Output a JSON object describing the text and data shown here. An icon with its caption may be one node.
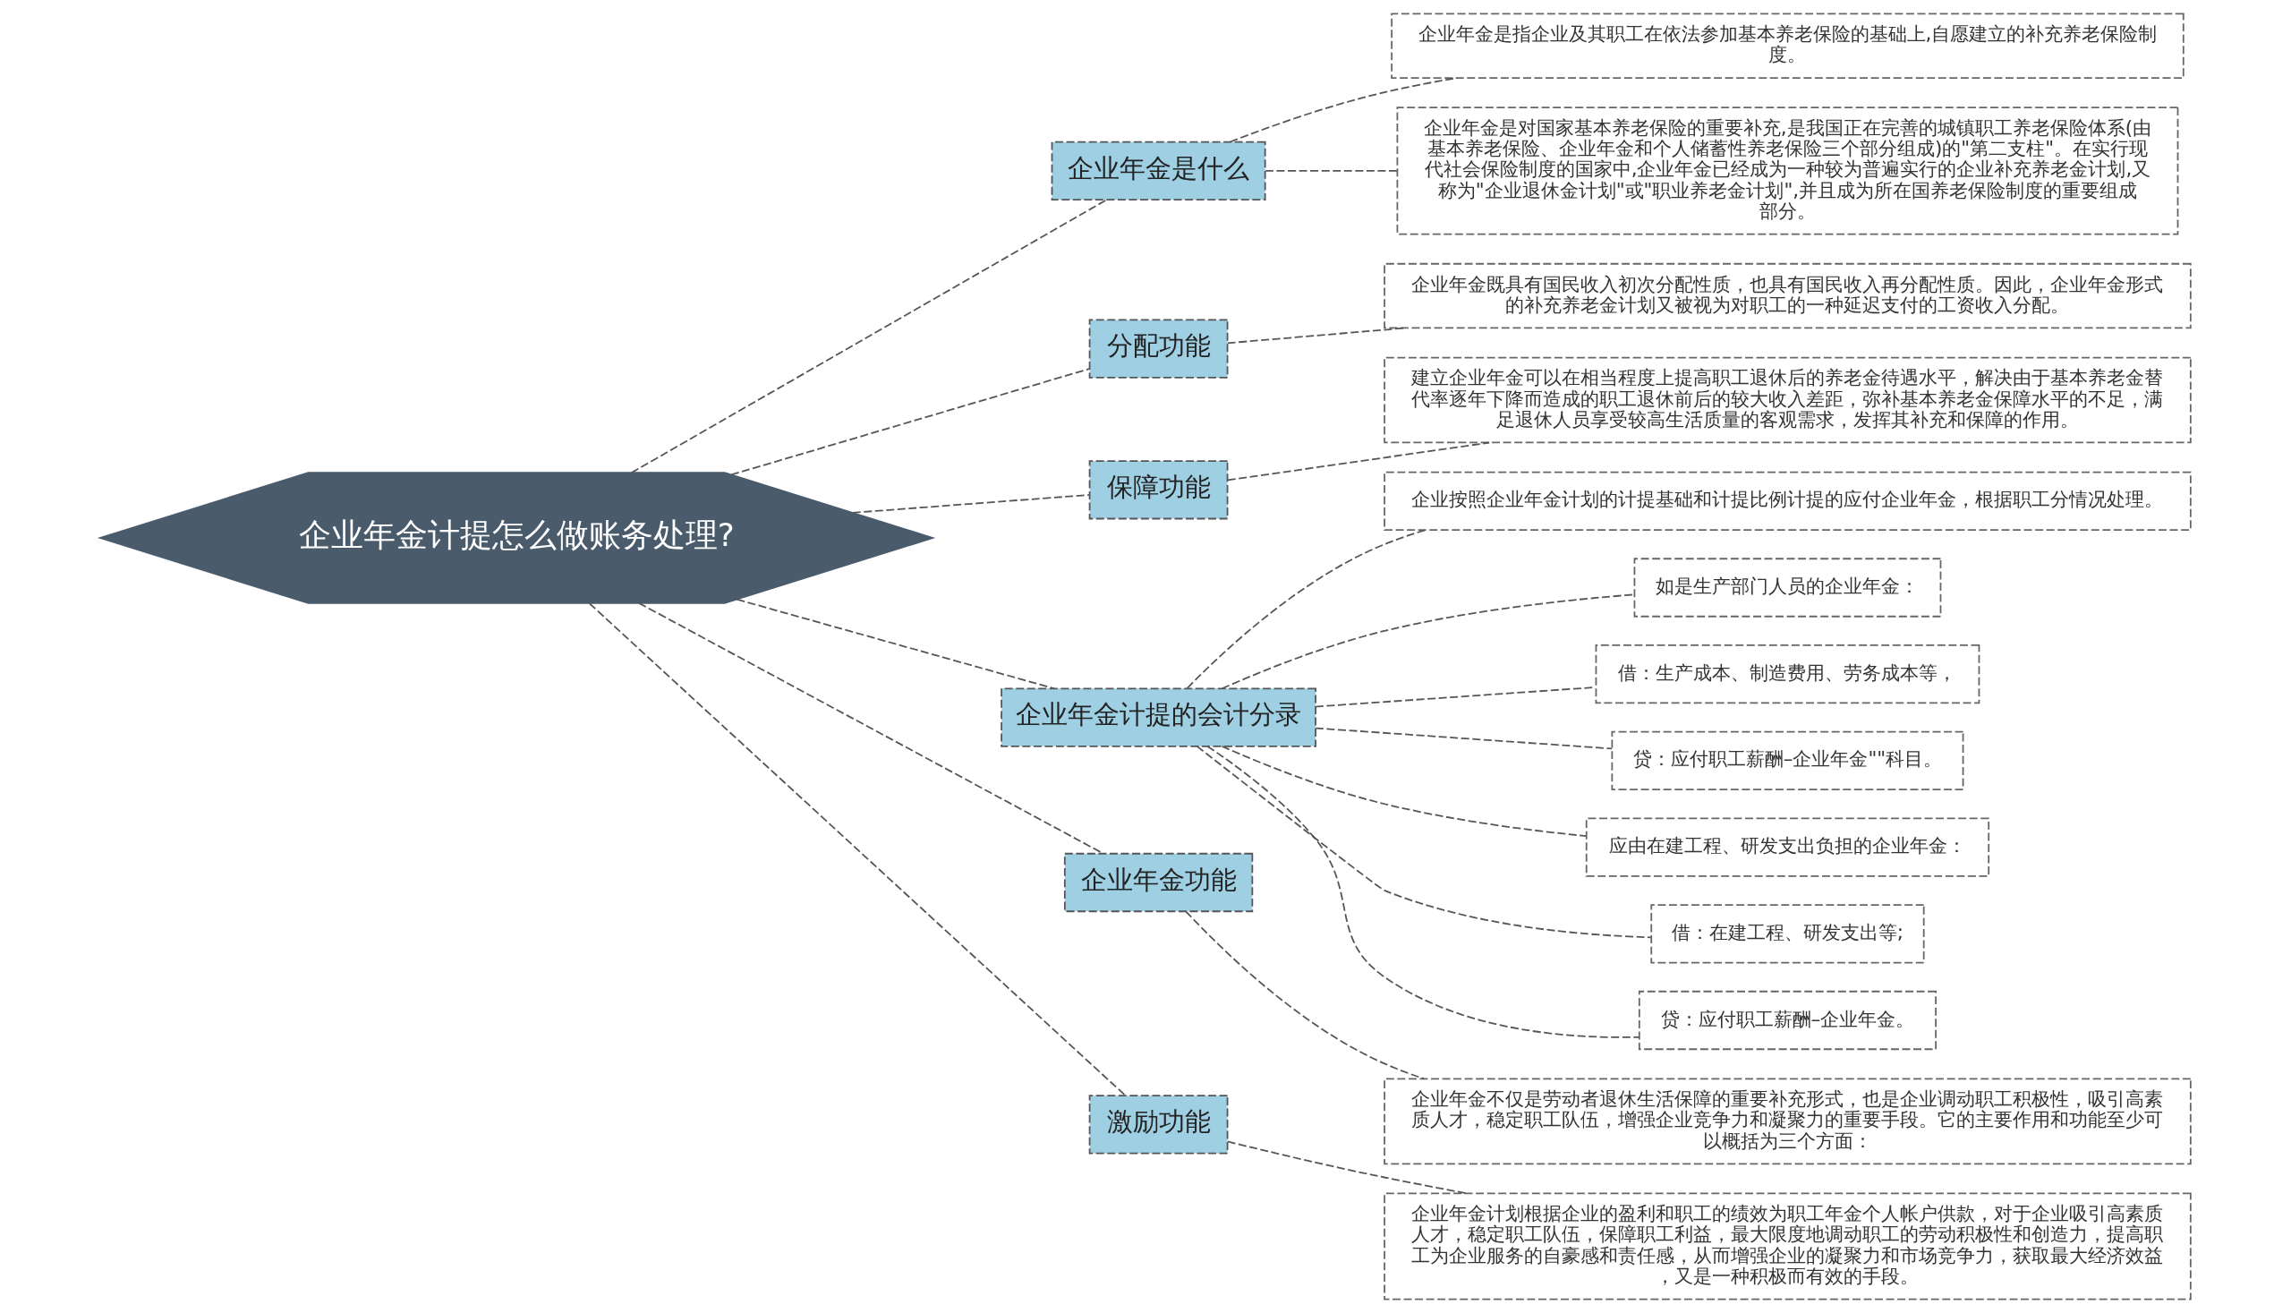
{
  "diagram": {
    "nodes": [
      {
        "text": [
          "企业年金计提怎么做账务处理?"
        ]
      },
      {
        "text": [
          "企业年金是什么"
        ]
      },
      {
        "text": [
          "企业年金是指企业及其职工在依法参加基本养老保险的基础上,自愿建立的补充养老保险制度。"
        ]
      },
      {
        "text": [
          "企业年金是对国家基本养老保险的重要补充,是我国正在完善的城镇职工养老保险体系(由基本养老保险、企业年金和个人储蓄性养老保险三个部分组成)的\"第二支柱\"。在实行现代社会保险制度的国家中,企业年金已经成为一种较为普遍实行的企业补充养老金计划,又称为\"企业退休金计划\"或\"职业养老金计划\",并且成为所在国养老保险制度的重要组成部分。"
        ]
      },
      {
        "text": [
          "分配功能"
        ]
      },
      {
        "text": [
          "企业年金既具有国民收入初次分配性质，也具有国民收入再分配性质。因此，企业年金形式的补充养老金计划又被视为对职工的一种延迟支付的工资收入分配。"
        ]
      },
      {
        "text": [
          "保障功能"
        ]
      },
      {
        "text": [
          "建立企业年金可以在相当程度上提高职工退休后的养老金待遇水平，解决由于基本养老金替代率逐年下降而造成的职工退休前后的较大收入差距，弥补基本养老金保障水平的不足，满足退休人员享受较高生活质量的客观需求，发挥其补充和保障的作用。"
        ]
      },
      {
        "text": [
          "企业年金计提的会计分录"
        ]
      },
      {
        "text": [
          "企业按照企业年金计划的计提基础和计提比例计提的应付企业年金，根据职工分情况处理。"
        ]
      },
      {
        "text": [
          "如是生产部门人员的企业年金："
        ]
      },
      {
        "text": [
          "借：生产成本、制造费用、劳务成本等，"
        ]
      },
      {
        "text": [
          "贷：应付职工薪酬–企业年金\"\"科目。"
        ]
      },
      {
        "text": [
          "应由在建工程、研发支出负担的企业年金："
        ]
      },
      {
        "text": [
          "借：在建工程、研发支出等;"
        ]
      },
      {
        "text": [
          "贷：应付职工薪酬–企业年金。"
        ]
      },
      {
        "text": [
          "企业年金功能"
        ]
      },
      {
        "text": [
          "企业年金不仅是劳动者退休生活保障的重要补充形式，也是企业调动职工积极性，吸引高素质人才，稳定职工队伍，增强企业竞争力和凝聚力的重要手段。它的主要作用和功能至少可以概括为三个方面："
        ]
      },
      {
        "text": [
          "激励功能"
        ]
      },
      {
        "text": [
          "企业年金计划根据企业的盈利和职工的绩效为职工年金个人帐户供款，对于企业吸引高素质人才，稳定职工队伍，保障职工利益，最大限度地调动职工的劳动积极性和创造力，提高职工为企业服务的自豪感和责任感，从而增强企业的凝聚力和市场竞争力，获取最大经济效益，又是一种积极而有效的手段。"
        ]
      }
    ],
    "edges": [
      {
        "from": 0,
        "to": 1,
        "arrow": "none"
      },
      {
        "from": 1,
        "to": 2,
        "arrow": "none"
      },
      {
        "from": 1,
        "to": 3,
        "arrow": "none"
      },
      {
        "from": 0,
        "to": 4,
        "arrow": "none"
      },
      {
        "from": 4,
        "to": 5,
        "arrow": "none"
      },
      {
        "from": 0,
        "to": 6,
        "arrow": "none"
      },
      {
        "from": 6,
        "to": 7,
        "arrow": "none"
      },
      {
        "from": 0,
        "to": 8,
        "arrow": "none"
      },
      {
        "from": 8,
        "to": 9,
        "arrow": "none"
      },
      {
        "from": 8,
        "to": 10,
        "arrow": "none"
      },
      {
        "from": 8,
        "to": 11,
        "arrow": "none"
      },
      {
        "from": 8,
        "to": 12,
        "arrow": "none"
      },
      {
        "from": 8,
        "to": 13,
        "arrow": "none"
      },
      {
        "from": 8,
        "to": 14,
        "arrow": "none"
      },
      {
        "from": 8,
        "to": 15,
        "arrow": "none"
      },
      {
        "from": 0,
        "to": 16,
        "arrow": "none"
      },
      {
        "from": 16,
        "to": 17,
        "arrow": "none"
      },
      {
        "from": 0,
        "to": 18,
        "arrow": "none"
      },
      {
        "from": 18,
        "to": 19,
        "arrow": "none"
      }
    ]
  }
}
